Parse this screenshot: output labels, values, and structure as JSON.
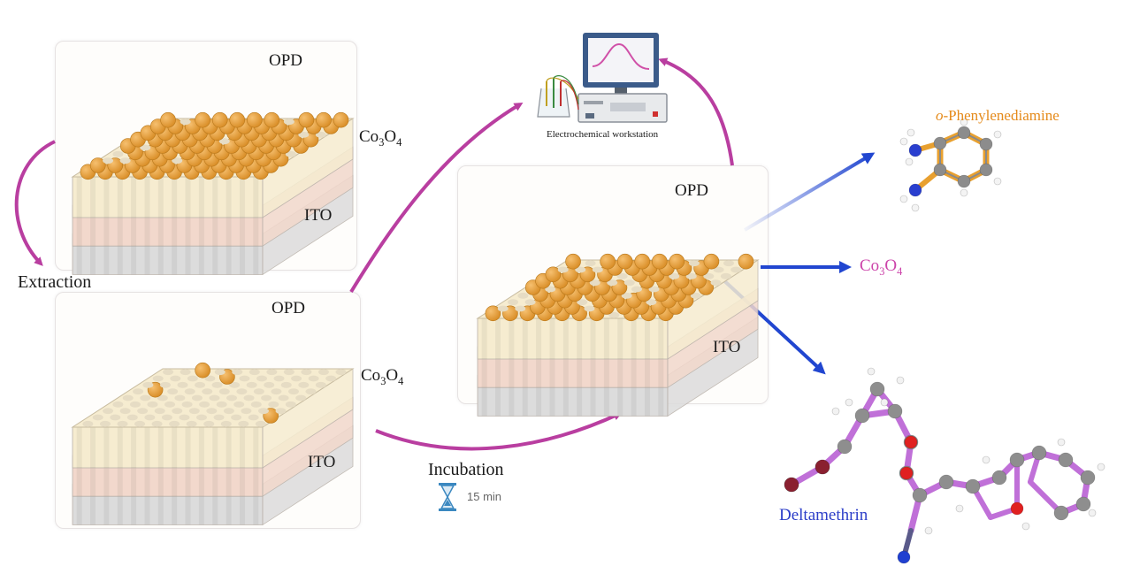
{
  "labels": {
    "opd": "OPD",
    "co3o4_prefix": "Co",
    "co3o4_sub1": "3",
    "co3o4_mid": "O",
    "co3o4_sub2": "4",
    "ito": "ITO",
    "extraction": "Extraction",
    "incubation": "Incubation",
    "incubation_time": "15 min",
    "workstation": "Electrochemical workstation",
    "phenylenediamine_italic": "o",
    "phenylenediamine_rest": "-Phenylenediamine",
    "deltamethrin": "Deltamethrin"
  },
  "colors": {
    "arrow_magenta": "#b93ea0",
    "arrow_blue": "#2146d0",
    "opd_ball": "#e39a34",
    "layer_top": "#f6ecd0",
    "layer_mid": "#f2d8cc",
    "layer_bottom": "#dcdcdc",
    "phenyl_label": "#e58a1a",
    "co3o4_product": "#cc44aa",
    "deltamethrin_label": "#2c3ec8"
  },
  "icons": [
    "hourglass-icon",
    "computer-monitor-icon",
    "molecule-icon"
  ]
}
